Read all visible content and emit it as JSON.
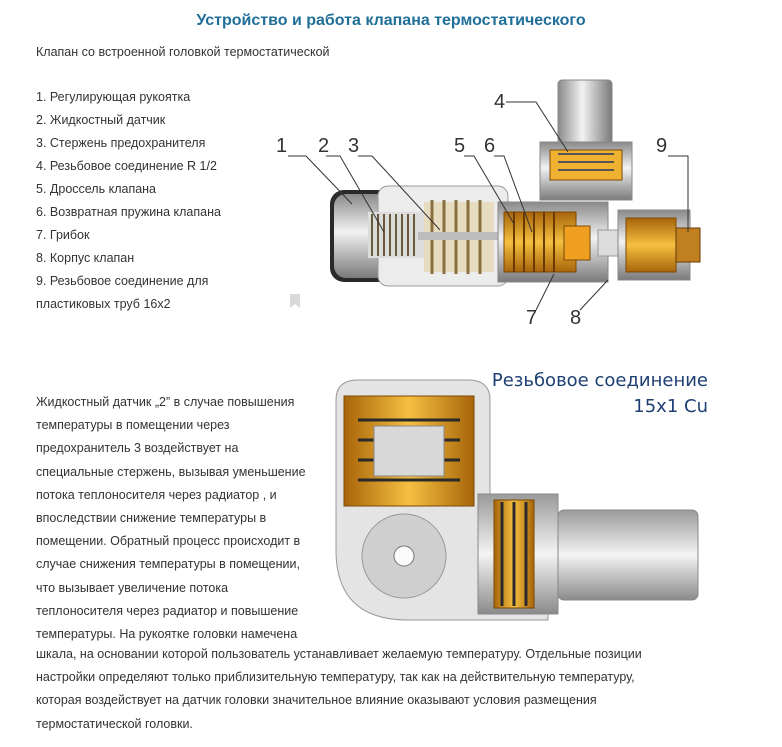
{
  "title": "Устройство и работа клапана термостатического",
  "subtitle": "Клапан со встроенной головкой термостатической",
  "parts": [
    "1. Регулирующая рукоятка",
    "2. Жидкостный датчик",
    "3. Стержень предохранителя",
    "4. Резьбовое соединение R 1/2",
    "5. Дроссель клапана",
    "6. Возвратная пружина клапана",
    "7. Грибок",
    "8. Корпус клапан",
    "9. Резьбовое соединение для",
    "пластиковых труб 16х2"
  ],
  "figure1": {
    "callouts": [
      "1",
      "2",
      "3",
      "4",
      "5",
      "6",
      "7",
      "8",
      "9"
    ],
    "colors": {
      "metal": "#c9c9c9",
      "brass": "#e0a020",
      "spring": "#d8c8a0",
      "dark": "#555555"
    }
  },
  "figure2": {
    "label_line1": "Резьбовое соединение",
    "label_line2": "15х1 Cu"
  },
  "body_lines": [
    "Жидкостный датчик „2” в случае повышения",
    "температуры в помещении через",
    "предохранитель 3 воздействует на",
    "специальные стержень, вызывая уменьшение",
    "потока теплоносителя через радиатор , и",
    "впоследствии снижение температуры в",
    "помещении. Обратный процесс происходит в",
    "случае снижения температуры в помещении,",
    "что вызывает увеличение потока",
    "теплоносителя через радиатор и повышение",
    "температуры. На рукоятке головки намечена"
  ],
  "body_cont_lines": [
    "шкала, на основании которой пользователь устанавливает желаемую температуру. Отдельные позиции",
    "настройки определяют только приблизительную температуру, так как на действительную температуру,",
    "которая воздействует на датчик головки значительное влияние оказывают условия размещения",
    "термостатической головки."
  ]
}
